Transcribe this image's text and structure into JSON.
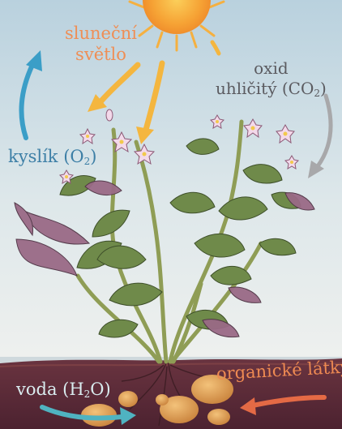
{
  "labels": {
    "sunlight_line1": "sluneční",
    "sunlight_line2": "světlo",
    "co2_line1": "oxid",
    "co2_prefix": "uhličitý (CO",
    "co2_sub": "2",
    "co2_suffix": ")",
    "o2_prefix": "kyslík (O",
    "o2_sub": "2",
    "o2_suffix": ")",
    "water_prefix": "voda (H",
    "water_sub": "2",
    "water_suffix": "O)",
    "organic": "organické látky"
  },
  "colors": {
    "sky_top": "#bcd3df",
    "sky_bottom": "#e9eeee",
    "soil": "#5a2a34",
    "sun": "#f7a53a",
    "sun_arrow": "#f4b63f",
    "co2_arrow": "#a8a8aa",
    "o2_arrow": "#3b9ec7",
    "water_arrow": "#4fb3c1",
    "organic_arrow": "#e46a45",
    "leaf": "#6f8a4a",
    "leaf_purple": "#9a6a86",
    "stem": "#8f9d55",
    "flower": "#f3d9ea",
    "tuber": "#e0a04c"
  }
}
